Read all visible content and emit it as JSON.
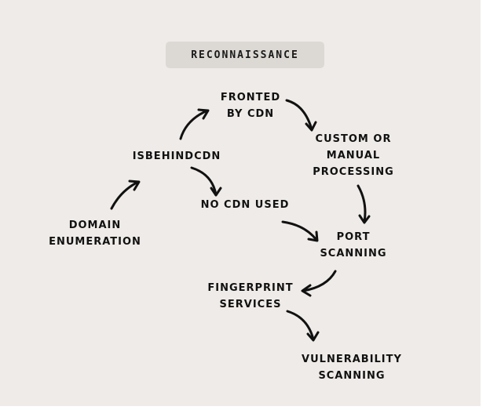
{
  "diagram": {
    "title": "RECONNAISSANCE",
    "nodes": {
      "fronted_by_cdn": [
        "FRONTED",
        "BY CDN"
      ],
      "custom_processing": [
        "CUSTOM OR",
        "MANUAL",
        "PROCESSING"
      ],
      "isbehindcdn": [
        "ISBEHINDCDN"
      ],
      "no_cdn_used": [
        "NO CDN USED"
      ],
      "domain_enumeration": [
        "DOMAIN",
        "ENUMERATION"
      ],
      "port_scanning": [
        "PORT",
        "SCANNING"
      ],
      "fingerprint_services": [
        "FINGERPRINT",
        "SERVICES"
      ],
      "vulnerability_scanning": [
        "VULNERABILITY",
        "SCANNING"
      ]
    },
    "edges": [
      {
        "from": "domain_enumeration",
        "to": "isbehindcdn"
      },
      {
        "from": "isbehindcdn",
        "to": "fronted_by_cdn"
      },
      {
        "from": "isbehindcdn",
        "to": "no_cdn_used"
      },
      {
        "from": "fronted_by_cdn",
        "to": "custom_processing"
      },
      {
        "from": "custom_processing",
        "to": "port_scanning"
      },
      {
        "from": "no_cdn_used",
        "to": "port_scanning"
      },
      {
        "from": "port_scanning",
        "to": "fingerprint_services"
      },
      {
        "from": "fingerprint_services",
        "to": "vulnerability_scanning"
      }
    ],
    "colors": {
      "background": "#efebe8",
      "title_pill": "#dcd8d4",
      "ink": "#111111"
    }
  }
}
